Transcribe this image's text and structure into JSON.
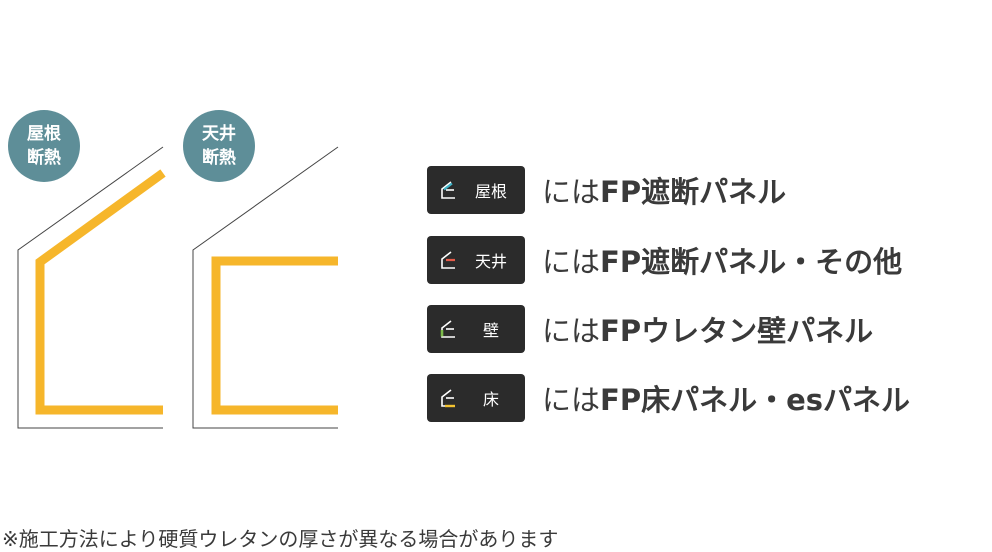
{
  "diagram": {
    "roof_circle": [
      "屋根",
      "断熱"
    ],
    "ceiling_circle": [
      "天井",
      "断熱"
    ],
    "insulation_color": "#f6b62b",
    "circle_color": "#5e8e98"
  },
  "legend": [
    {
      "badge": "屋根",
      "prefix": "には",
      "text": "FP遮断パネル",
      "accent": "#3fb2c6"
    },
    {
      "badge": "天井",
      "prefix": "には",
      "text": "FP遮断パネル・その他",
      "accent": "#e45b49"
    },
    {
      "badge": "壁",
      "prefix": "には",
      "text": "FPウレタン壁パネル",
      "accent": "#7cba4a"
    },
    {
      "badge": "床",
      "prefix": "には",
      "text": "FP床パネル・esパネル",
      "accent": "#f2c230"
    }
  ],
  "note": "※施工方法により硬質ウレタンの厚さが異なる場合があります"
}
